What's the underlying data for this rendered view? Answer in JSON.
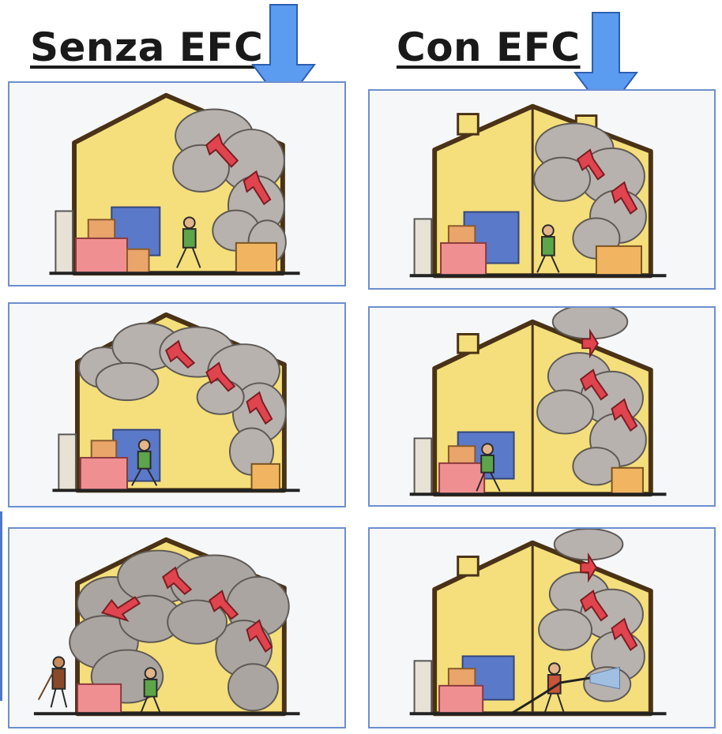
{
  "titles": {
    "left": "Senza EFC",
    "right": "Con EFC"
  },
  "colors": {
    "panel_border": "#6d8fcf",
    "arrow_fill": "#5b9bf0",
    "wall": "#f4df7c",
    "smoke": "#b7b2ad",
    "flow_arrow": "#e0444e"
  },
  "icons": [
    "down-arrow-icon",
    "smoke-flow-arrow-icon",
    "person-icon",
    "door-icon",
    "box-icon",
    "smoke-vent-icon"
  ],
  "panels": [
    {
      "column": "left",
      "row": 1,
      "smoke_stage": "ceiling-corner"
    },
    {
      "column": "left",
      "row": 2,
      "smoke_stage": "spreading"
    },
    {
      "column": "left",
      "row": 3,
      "smoke_stage": "filled"
    },
    {
      "column": "right",
      "row": 1,
      "smoke_stage": "ceiling-corner"
    },
    {
      "column": "right",
      "row": 2,
      "smoke_stage": "venting"
    },
    {
      "column": "right",
      "row": 3,
      "smoke_stage": "venting"
    }
  ]
}
